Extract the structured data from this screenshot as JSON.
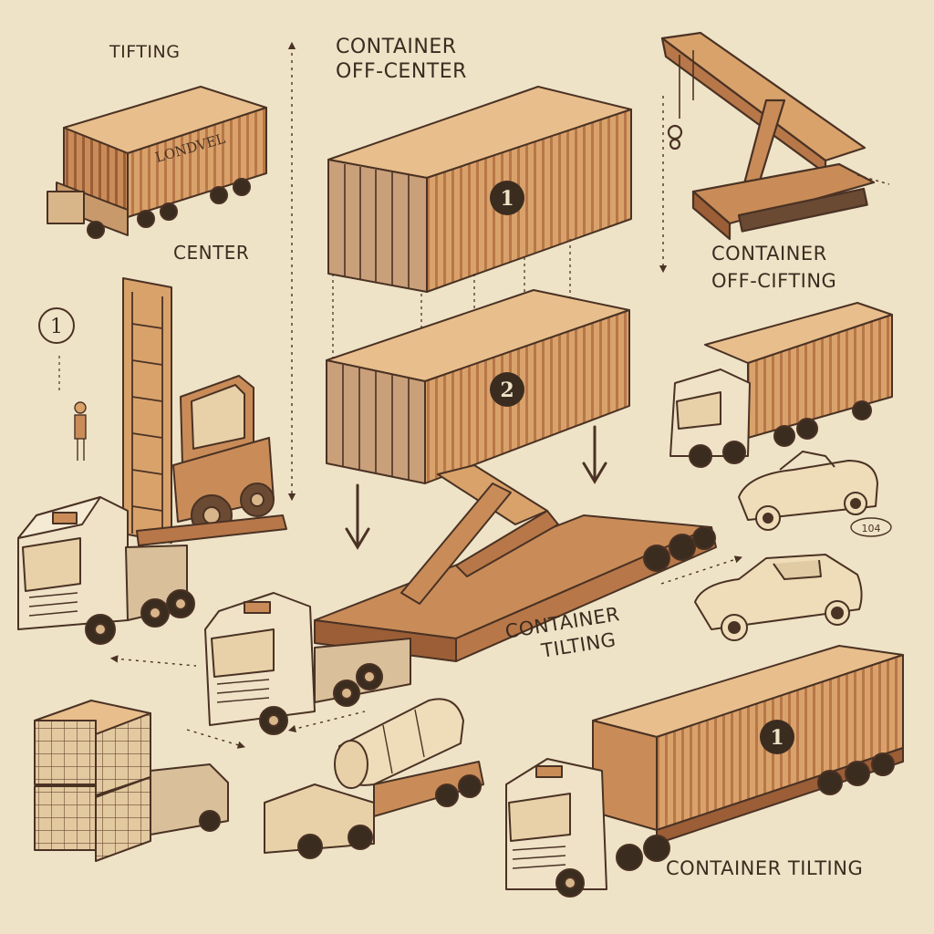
{
  "labels": {
    "tifting": "TIFTING",
    "off_center_l1": "CONTAINER",
    "off_center_l2": "OFF-CENTER",
    "center": "CENTER",
    "off_cifting_l1": "CONTAINER",
    "off_cifting_l2": "OFF-CIFTING",
    "tilting_mid_l1": "CONTAINER",
    "tilting_mid_l2": "TILTING",
    "tilting_bottom": "CONTAINER TILTING"
  },
  "markers": {
    "container_top": "1",
    "container_bottom": "2",
    "container_right": "1",
    "circled_left": "1"
  },
  "scribbles": {
    "truck_side_text": "LONDVEL",
    "small_note": "104"
  },
  "colors": {
    "background": "#efe3c7",
    "container_fill": "#d9a26b",
    "container_stripe": "#a8683e",
    "ink": "#4a3224",
    "cab_fill": "#efe2c7"
  }
}
